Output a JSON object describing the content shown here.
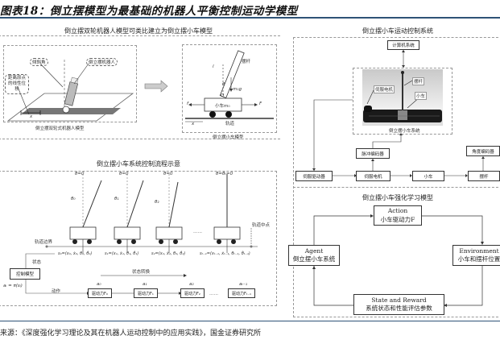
{
  "figure": {
    "title": "图表18：倒立摆模型为最基础的机器人平衡控制运动学模型",
    "source": "来源：《深度强化学习理论及其在机器人运动控制中的应用实践》，国金证券研究所"
  },
  "panel_model": {
    "title": "倒立摆双轮机器人模型可类比建立为倒立摆小车模型",
    "robot": {
      "label_angle": "倾斜角",
      "label_robot": "倒立摆机器人",
      "label_displacement": "距离原点的线性位移",
      "label_x": "x",
      "caption": "倒立摆双轮式机器人模型"
    },
    "cart": {
      "label_length": "l",
      "label_rod": "摆杆",
      "label_theta": "θ",
      "label_gravity": "m₁g",
      "label_origin": "O",
      "label_cart": "小车m₀",
      "label_f": "f",
      "label_F": "F",
      "label_x": "x",
      "label_track": "轨道",
      "caption": "倒立摆小车模型"
    }
  },
  "panel_flow": {
    "title": "倒立摆小车系统控制流程示意",
    "track_boundary": "轨道边界",
    "track_center": "轨道中点",
    "carts": [
      {
        "top": "θ=0",
        "angle": "θ₀",
        "state": "s₀=(x₀, ẋ₀, θ₀, θ̇₀)"
      },
      {
        "top": "θ=0",
        "angle": "θ₁",
        "state": "s₁=(x₁, ẋ₁, θ₁, θ̇₁)"
      },
      {
        "top": "θ=0",
        "angle": "θ₂",
        "state": "s₂=(x₂, ẋ₂, θ₂, θ̇₂)"
      },
      {
        "top": "θ=θₜ=0",
        "angle": "",
        "state": "sₜ₋₁=(xₜ₋₁, ẋₜ₋₁, θₜ₋₁, θ̇ₜ₋₁)"
      }
    ],
    "ellipsis": "……",
    "state_label": "状态",
    "control_model": "控制模型",
    "policy": "aᵢ = π(sᵢ)",
    "state_transition": "状态转换",
    "action_label": "动作",
    "actions": [
      {
        "a": "a₀",
        "label": "驱动力F₀"
      },
      {
        "a": "a₁",
        "label": "驱动力F₁"
      },
      {
        "a": "a₂",
        "label": "驱动力F₂"
      },
      {
        "a": "aₜ₋₁",
        "label": "驱动力Fₜ₋₁"
      }
    ]
  },
  "panel_control": {
    "title": "倒立摆小车运动控制系统",
    "computer": "计算机系统",
    "photo_labels": {
      "motor": "伺服电机",
      "rod": "摆杆",
      "cart": "小车"
    },
    "photo_caption": "倒立摆小车系统",
    "pulse_encoder": "脉冲编码器",
    "angle_encoder": "角度编码器",
    "chain": [
      "伺服驱动器",
      "伺服电机",
      "小车",
      "摆杆"
    ]
  },
  "panel_rl": {
    "title": "倒立摆小车强化学习模型",
    "action": {
      "en": "Action",
      "zh": "小车驱动力F"
    },
    "agent": {
      "en": "Agent",
      "zh": "倒立摆小车系统"
    },
    "environment": {
      "en": "Environment",
      "zh": "小车和摆杆位置"
    },
    "state_reward": {
      "en": "State and Reward",
      "zh": "系统状态和性能评估参数"
    }
  }
}
